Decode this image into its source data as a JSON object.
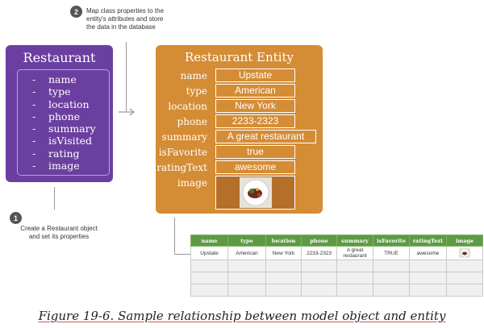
{
  "step2": {
    "number": "2",
    "lines": [
      "Map class properties to the",
      "entity's attributes and store",
      "the data in the database"
    ]
  },
  "step1": {
    "number": "1",
    "lines": [
      "Create a Restaurant object",
      "and set its properties"
    ]
  },
  "restaurant_class": {
    "title": "Restaurant",
    "properties": [
      "name",
      "type",
      "location",
      "phone",
      "summary",
      "isVisited",
      "rating",
      "image"
    ],
    "bullet": "-"
  },
  "entity": {
    "title": "Restaurant Entity",
    "attributes": [
      {
        "label": "name",
        "value": "Upstate"
      },
      {
        "label": "type",
        "value": "American"
      },
      {
        "label": "location",
        "value": "New York"
      },
      {
        "label": "phone",
        "value": "2233-2323"
      },
      {
        "label": "summary",
        "value": "A great restaurant"
      },
      {
        "label": "isFavorite",
        "value": "true"
      },
      {
        "label": "ratingText",
        "value": "awesome"
      },
      {
        "label": "image",
        "value": ""
      }
    ]
  },
  "table": {
    "headers": [
      "name",
      "type",
      "location",
      "phone",
      "summary",
      "isFavorite",
      "ratingText",
      "image"
    ],
    "rows": [
      [
        "Upstate",
        "American",
        "New York",
        "2233-2323",
        "A great restaurant",
        "TRUE",
        "awesome",
        ""
      ],
      [
        "",
        "",
        "",
        "",
        "",
        "",
        "",
        ""
      ],
      [
        "",
        "",
        "",
        "",
        "",
        "",
        "",
        ""
      ],
      [
        "",
        "",
        "",
        "",
        "",
        "",
        "",
        ""
      ]
    ]
  },
  "caption": "Figure 19-6. Sample relationship between model object and entity",
  "colors": {
    "class_box": "#6b3fa0",
    "entity_box": "#d48c35",
    "table_header": "#5e9a43",
    "caption_underline": "#d9534f"
  }
}
